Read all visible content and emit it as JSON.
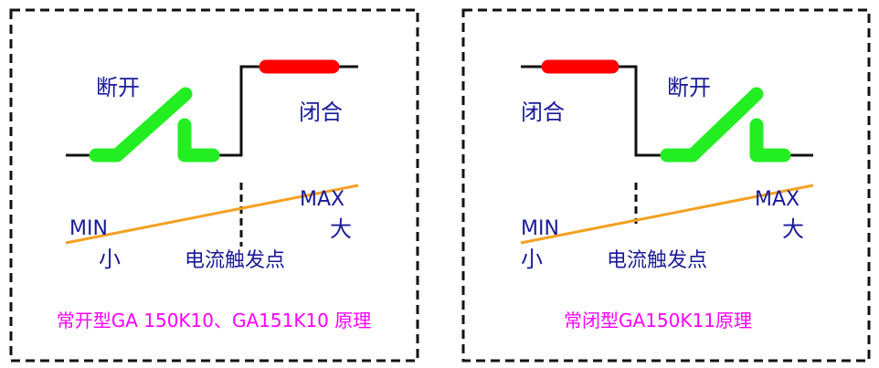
{
  "left_panel": {
    "label_open": "断开",
    "label_closed": "闭合",
    "label_min": "MIN",
    "label_max": "MAX",
    "label_small": "小",
    "label_large": "大",
    "label_trip": "电流触发点",
    "caption": "常开型GA 150K10、GA151K10 原理"
  },
  "right_panel": {
    "label_closed": "闭合",
    "label_open": "断开",
    "label_min": "MIN",
    "label_max": "MAX",
    "label_small": "小",
    "label_large": "大",
    "label_trip": "电流触发点",
    "caption": "常闭型GA150K11原理"
  },
  "colors": {
    "contact_green": "#22ee22",
    "contact_red": "#ff0000",
    "current_line": "#f5a020",
    "label_blue": "#1a1a9a",
    "caption_magenta": "#ff00ff",
    "border": "#111111"
  }
}
